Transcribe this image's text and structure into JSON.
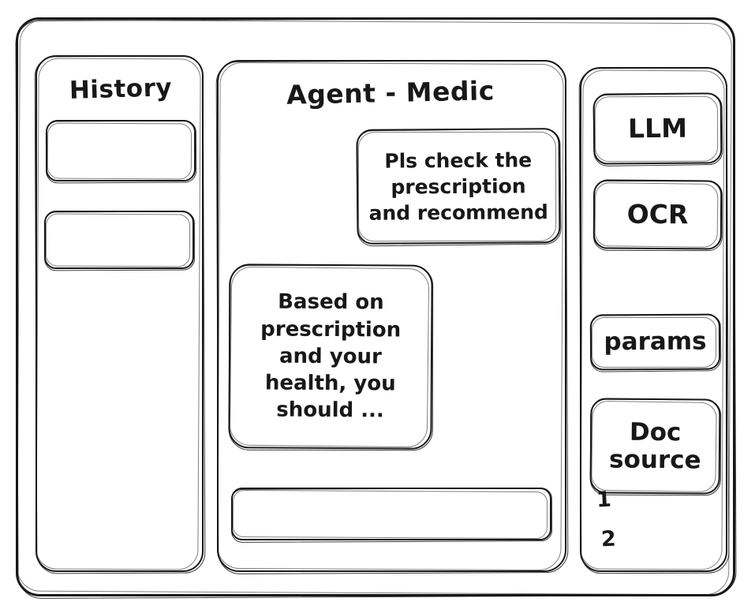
{
  "window": {
    "frame_label": "app-window"
  },
  "sidebar": {
    "title": "History",
    "items": [
      {
        "label": ""
      },
      {
        "label": ""
      }
    ]
  },
  "chat": {
    "title": "Agent - Medic",
    "messages": [
      {
        "role": "user",
        "text": "Pls check the\nprescription\nand recommend"
      },
      {
        "role": "assistant",
        "text": "Based on\nprescription\nand your\nhealth, you\nshould ..."
      }
    ],
    "input": {
      "value": "",
      "placeholder": ""
    }
  },
  "tools": {
    "buttons": [
      {
        "label": "LLM"
      },
      {
        "label": "OCR"
      },
      {
        "label": "params"
      }
    ],
    "doc_source": {
      "label": "Doc\nsource",
      "items": [
        "1",
        "2"
      ]
    }
  },
  "colors": {
    "stroke": "#18181a",
    "background": "#ffffff"
  }
}
